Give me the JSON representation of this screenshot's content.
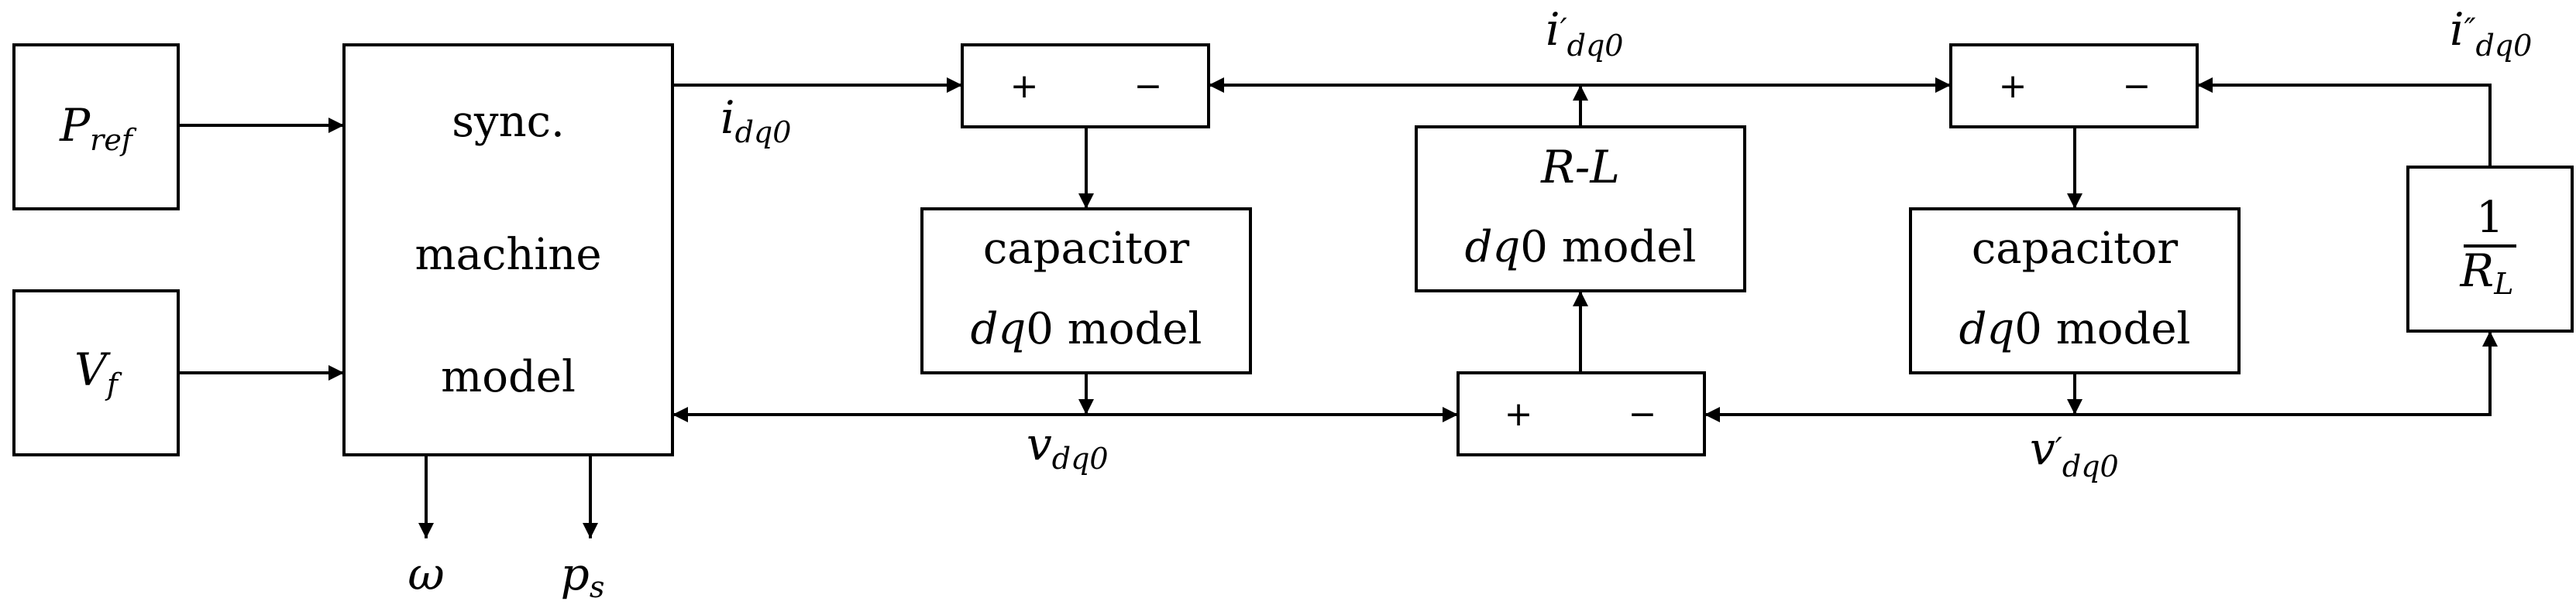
{
  "blocks": {
    "pref": {
      "symbol": "P",
      "subscript": "ref"
    },
    "vf": {
      "symbol": "V",
      "subscript": "f"
    },
    "sync_machine": {
      "line1": "sync.",
      "line2": "machine",
      "line3": "model"
    },
    "capacitor1": {
      "line1": "capacitor",
      "line2_var": "dq",
      "line2_rest": "0 model"
    },
    "rl": {
      "line1": "R-L",
      "line2_var": "dq",
      "line2_rest": "0 model"
    },
    "capacitor2": {
      "line1": "capacitor",
      "line2_var": "dq",
      "line2_rest": "0 model"
    },
    "inv_rl": {
      "numerator": "1",
      "denominator": "R",
      "denominator_sub": "L"
    }
  },
  "summers": {
    "plus": "+",
    "minus": "−"
  },
  "signals": {
    "i_dq0": {
      "symbol": "i",
      "prime": "",
      "subscript": "dq0"
    },
    "i_prime_dq0": {
      "symbol": "i",
      "prime": "′",
      "subscript": "dq0"
    },
    "i_dprime_dq0": {
      "symbol": "i",
      "prime": "″",
      "subscript": "dq0"
    },
    "v_dq0": {
      "symbol": "v",
      "prime": "",
      "subscript": "dq0"
    },
    "v_prime_dq0": {
      "symbol": "v",
      "prime": "′",
      "subscript": "dq0"
    },
    "omega": {
      "symbol": "ω"
    },
    "p_s": {
      "symbol": "p",
      "subscript": "s"
    }
  }
}
